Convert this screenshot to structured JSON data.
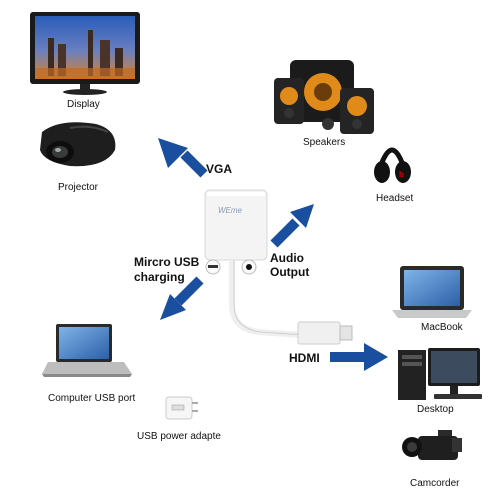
{
  "labels": {
    "display": "Display",
    "projector": "Projector",
    "speakers": "Speakers",
    "headset": "Headset",
    "vga": "VGA",
    "micro_usb_line1": "Mircro USB",
    "micro_usb_line2": "charging",
    "audio_line1": "Audio",
    "audio_line2": "Output",
    "macbook": "MacBook",
    "hdmi": "HDMI",
    "desktop": "Desktop",
    "computer_usb_port": "Computer USB port",
    "usb_power_adapter": "USB power adapte",
    "camcorder": "Camcorder"
  },
  "adapter": {
    "logo_text": "WEme"
  },
  "colors": {
    "arrow_blue": "#1a4fa0",
    "adapter_white": "#f4f4f4",
    "label_text": "#111111"
  },
  "icons": [
    "monitor-icon",
    "projector-icon",
    "speakers-icon",
    "headset-icon",
    "laptop-icon",
    "macbook-icon",
    "desktop-icon",
    "usb-power-adapter-icon",
    "camcorder-icon",
    "adapter-icon"
  ]
}
